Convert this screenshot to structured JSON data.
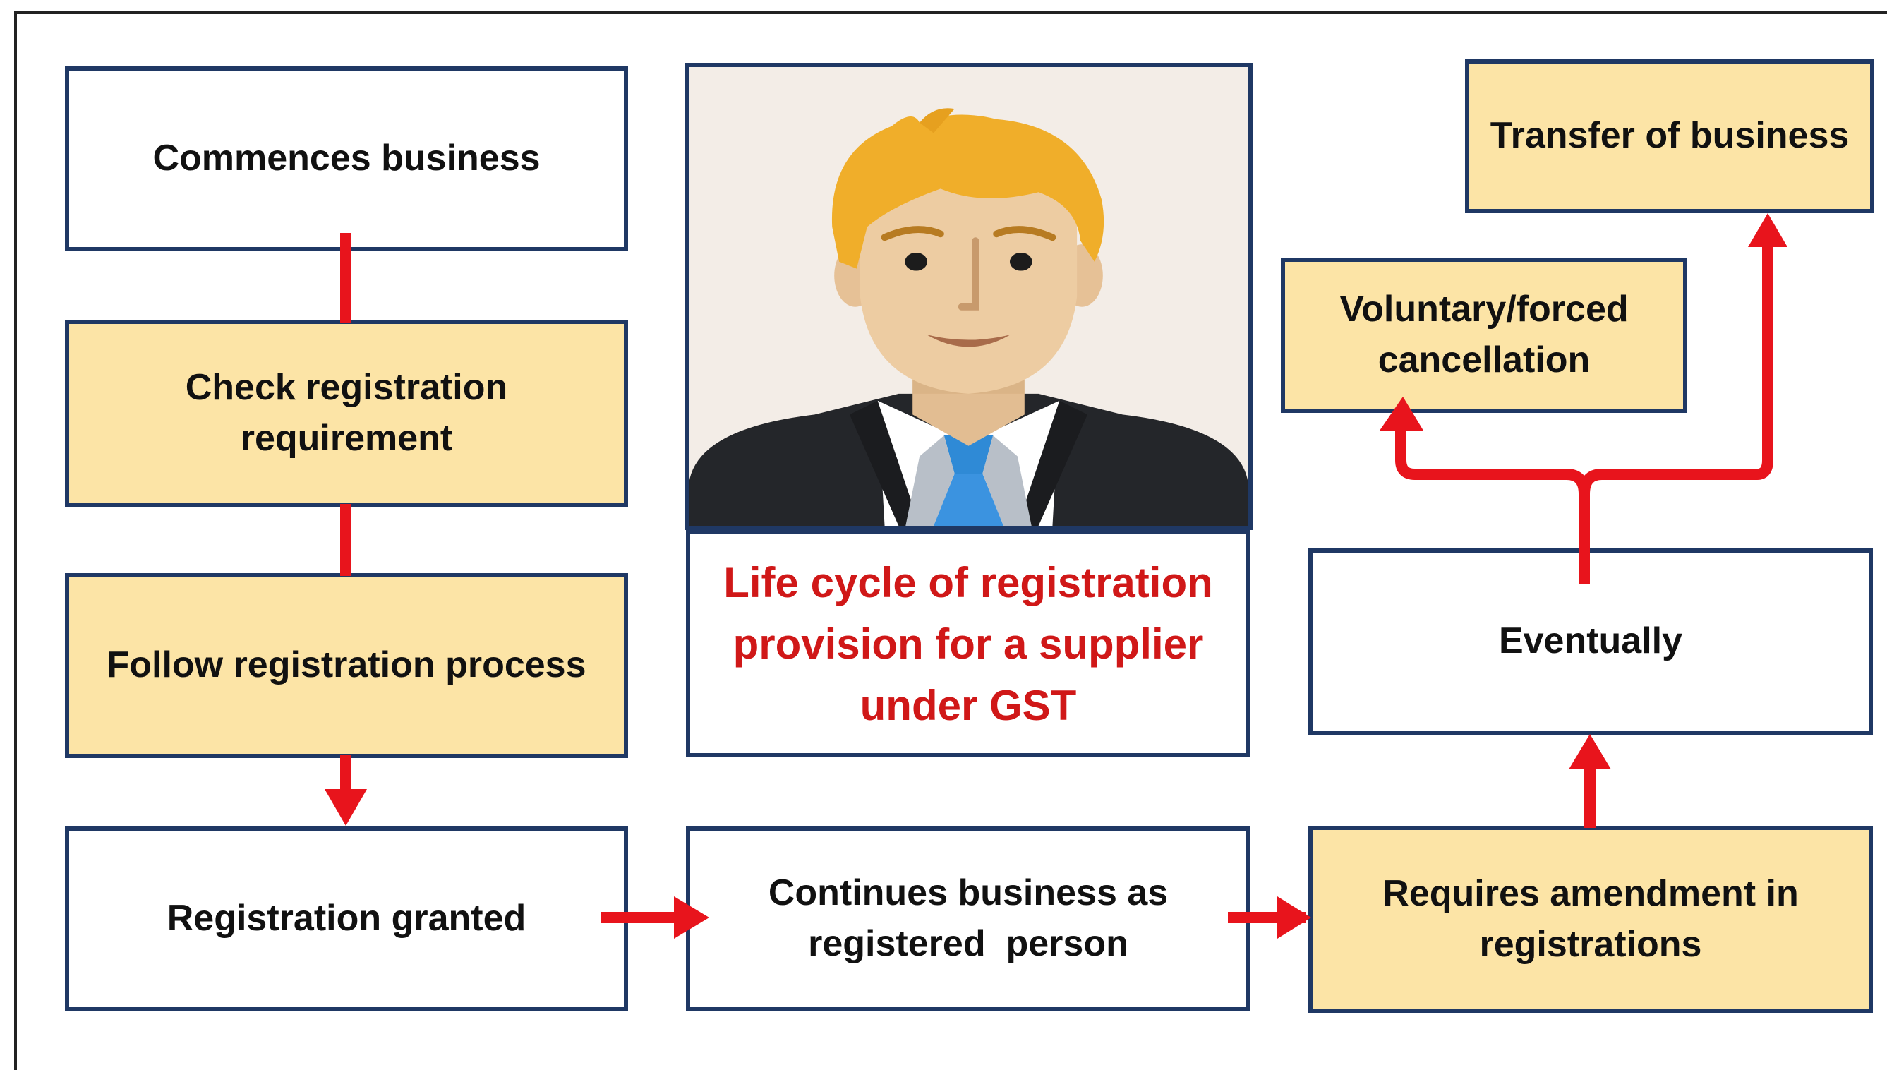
{
  "boxes": {
    "commences": "Commences business",
    "check_line1": "Check registration",
    "check_line2": "requirement",
    "follow": "Follow registration process",
    "granted": "Registration granted",
    "continues_line1": "Continues business as",
    "continues_line2": "registered  person",
    "amend_line1": "Requires amendment in",
    "amend_line2": "registrations",
    "eventually": "Eventually",
    "cancel_line1": "Voluntary/forced",
    "cancel_line2": "cancellation",
    "transfer": "Transfer of business"
  },
  "title": {
    "line1": "Life cycle of registration",
    "line2": "provision for a supplier",
    "line3": "under GST"
  },
  "illustration": "businessman-avatar",
  "colors": {
    "border": "#1f3864",
    "highlight_fill": "#fce4a6",
    "arrow": "#e8141c",
    "title_text": "#d01818"
  }
}
